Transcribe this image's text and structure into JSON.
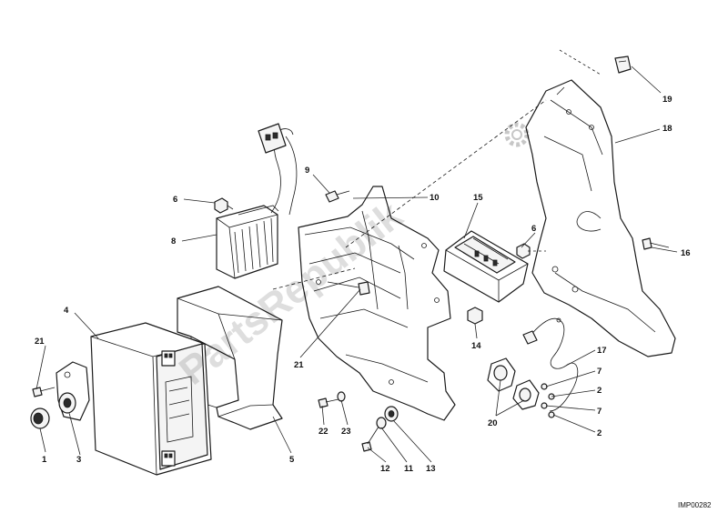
{
  "diagram": {
    "reference_code": "IMP00282",
    "watermark": "PartsRepublik",
    "callouts": {
      "c1": "1",
      "c2a": "2",
      "c2b": "2",
      "c3": "3",
      "c4": "4",
      "c5": "5",
      "c6a": "6",
      "c6b": "6",
      "c7a": "7",
      "c7b": "7",
      "c8": "8",
      "c9": "9",
      "c10": "10",
      "c11": "11",
      "c12": "12",
      "c13": "13",
      "c14": "14",
      "c15": "15",
      "c16": "16",
      "c17": "17",
      "c18": "18",
      "c19": "19",
      "c20": "20",
      "c21a": "21",
      "c21b": "21",
      "c22": "22",
      "c23": "23"
    },
    "icons": {
      "watermark_logo": "gear-icon"
    }
  }
}
